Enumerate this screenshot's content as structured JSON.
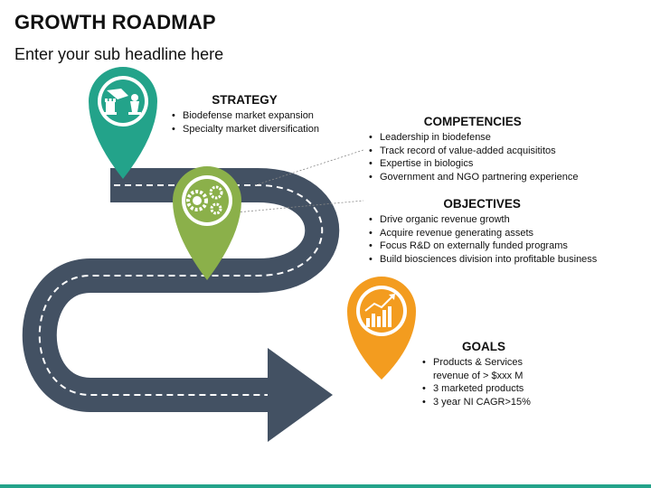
{
  "header": {
    "title": "GROWTH ROADMAP",
    "subtitle": "Enter your sub headline here"
  },
  "colors": {
    "road": "#435163",
    "strategy": "#23a38a",
    "competencies": "#8bb04a",
    "goals": "#f39c1f",
    "accent_bar": "#23a38a"
  },
  "sections": {
    "strategy": {
      "title": "STRATEGY",
      "icon": "chess-icon",
      "items": [
        "Biodefense market expansion",
        "Specialty market diversification"
      ]
    },
    "competencies": {
      "title": "COMPETENCIES",
      "icon": "gears-icon",
      "items": [
        "Leadership in biodefense",
        "Track record of value-added acquisititos",
        "Expertise in biologics",
        "Government and NGO partnering experience"
      ]
    },
    "objectives": {
      "title": "OBJECTIVES",
      "items": [
        "Drive organic revenue growth",
        "Acquire revenue generating assets",
        "Focus R&D on externally funded programs",
        "Build biosciences division into profitable business"
      ]
    },
    "goals": {
      "title": "GOALS",
      "icon": "growth-chart-icon",
      "items": [
        "Products & Services revenue of > $xxx M",
        "3 marketed products",
        "3 year NI CAGR>15%"
      ]
    }
  }
}
